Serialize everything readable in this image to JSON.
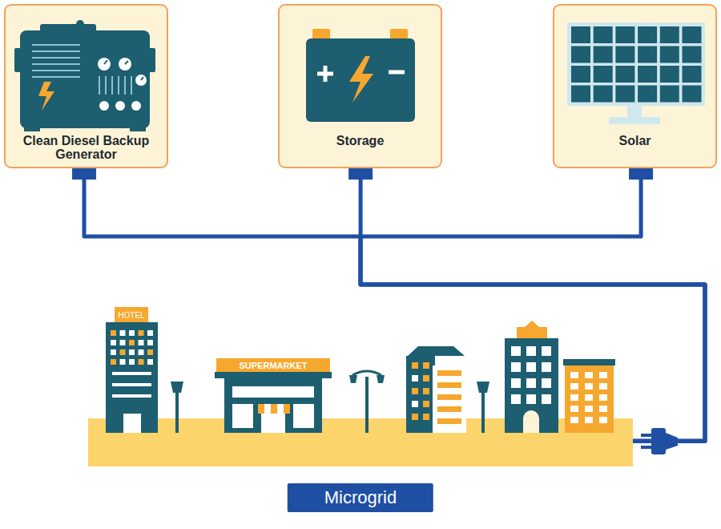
{
  "diagram": {
    "nodes": [
      {
        "text": [
          "Clean Diesel Backup Generator"
        ]
      },
      {
        "text": [
          "Storage"
        ]
      },
      {
        "text": [
          "Solar"
        ]
      },
      {
        "text": [
          "Microgrid"
        ]
      }
    ],
    "edges": [
      {
        "from": 0,
        "to": 3,
        "arrow": "none"
      },
      {
        "from": 1,
        "to": 3,
        "arrow": "none"
      },
      {
        "from": 2,
        "to": 3,
        "arrow": "none"
      }
    ],
    "labels": [
      "HOTEL",
      "SUPERMARKET"
    ]
  }
}
